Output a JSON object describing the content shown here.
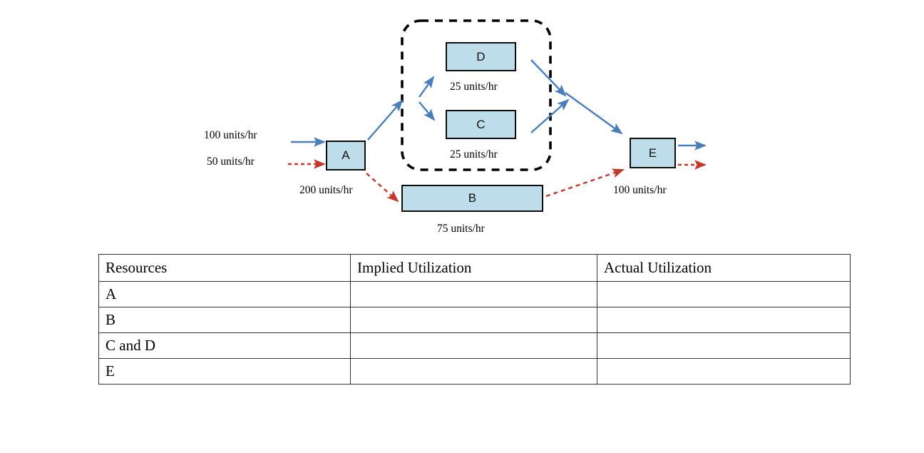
{
  "diagram": {
    "title": "process-flow-diagram",
    "colors": {
      "node_fill": "#bcdde9",
      "node_border": "#0d0d0d",
      "flow_primary": "#4a7ebb",
      "flow_secondary": "#c0392b",
      "grouping_border": "#000000"
    },
    "nodes": [
      {
        "id": "A",
        "label": "A"
      },
      {
        "id": "D",
        "label": "D"
      },
      {
        "id": "C",
        "label": "C"
      },
      {
        "id": "B",
        "label": "B"
      },
      {
        "id": "E",
        "label": "E"
      }
    ],
    "capacities": {
      "D": "25 units/hr",
      "C": "25 units/hr",
      "B": "75 units/hr"
    },
    "flow_rates": {
      "input_primary": "100 units/hr",
      "input_secondary": "50 units/hr",
      "a_to_b": "200 units/hr",
      "b_to_e": "100 units/hr"
    },
    "grouping": {
      "name": "cd-parallel-group",
      "style": "dashed-rounded-rectangle",
      "members": [
        "C",
        "D"
      ]
    },
    "edges": [
      {
        "from": "input",
        "to": "A",
        "style": "solid",
        "color": "#4a7ebb"
      },
      {
        "from": "input",
        "to": "A",
        "style": "dashed",
        "color": "#c0392b"
      },
      {
        "from": "A",
        "to": "cd-group",
        "style": "solid",
        "color": "#4a7ebb"
      },
      {
        "from": "cd-group-split",
        "to": "D",
        "style": "solid",
        "color": "#4a7ebb"
      },
      {
        "from": "cd-group-split",
        "to": "C",
        "style": "solid",
        "color": "#4a7ebb"
      },
      {
        "from": "D",
        "to": "E",
        "style": "solid",
        "color": "#4a7ebb"
      },
      {
        "from": "C",
        "to": "merge",
        "style": "solid",
        "color": "#4a7ebb"
      },
      {
        "from": "A",
        "to": "B",
        "style": "dashed",
        "color": "#c0392b"
      },
      {
        "from": "B",
        "to": "E",
        "style": "dashed",
        "color": "#c0392b"
      },
      {
        "from": "E",
        "to": "output",
        "style": "solid",
        "color": "#4a7ebb"
      },
      {
        "from": "E",
        "to": "output",
        "style": "dashed",
        "color": "#c0392b"
      }
    ]
  },
  "table": {
    "name": "utilization-table",
    "headers": [
      "Resources",
      "Implied Utilization",
      "Actual Utilization"
    ],
    "rows": [
      {
        "resource": "A",
        "implied": "",
        "actual": ""
      },
      {
        "resource": "B",
        "implied": "",
        "actual": ""
      },
      {
        "resource": "C and D",
        "implied": "",
        "actual": ""
      },
      {
        "resource": "E",
        "implied": "",
        "actual": ""
      }
    ]
  }
}
